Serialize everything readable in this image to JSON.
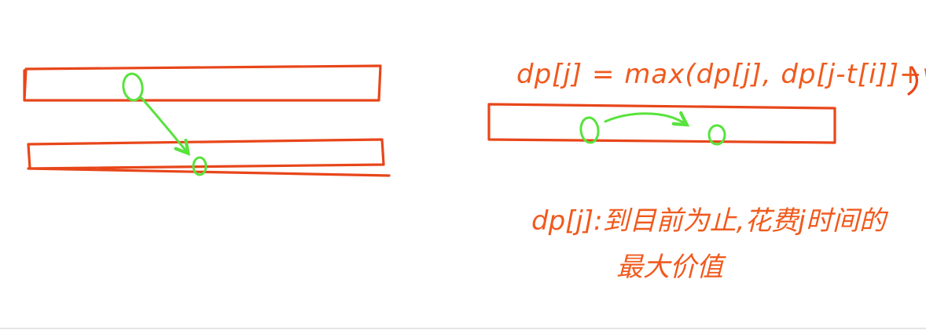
{
  "formula": "dp[j] = max(dp[j], dp[j-t[i]]+v[i])",
  "definition_line1": "dp[j]:到目前为止,花费j时间的",
  "definition_line2": "最大价值",
  "colors": {
    "ink": "#f05a1e",
    "bar": "#e8461a",
    "node": "#57e33c"
  }
}
